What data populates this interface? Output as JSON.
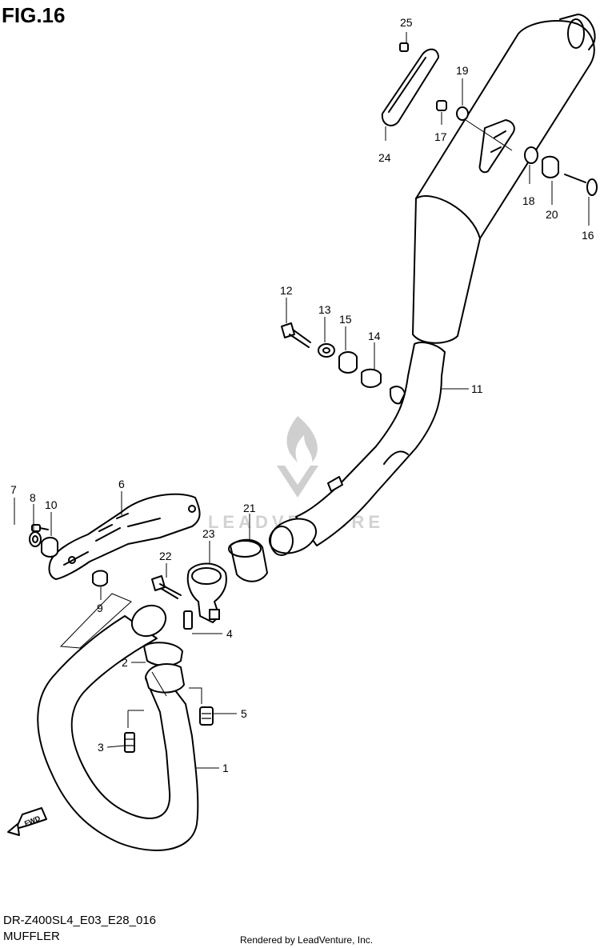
{
  "figure": {
    "title": "FIG.16",
    "model_code": "DR-Z400SL4_E03_E28_016",
    "section_name": "MUFFLER",
    "credit": "Rendered by LeadVenture, Inc.",
    "watermark_text": "LEADVENTURE"
  },
  "callouts": [
    {
      "id": "1",
      "label": "1"
    },
    {
      "id": "2",
      "label": "2"
    },
    {
      "id": "3",
      "label": "3"
    },
    {
      "id": "4",
      "label": "4"
    },
    {
      "id": "5",
      "label": "5"
    },
    {
      "id": "6",
      "label": "6"
    },
    {
      "id": "7",
      "label": "7"
    },
    {
      "id": "8",
      "label": "8"
    },
    {
      "id": "9",
      "label": "9"
    },
    {
      "id": "10",
      "label": "10"
    },
    {
      "id": "11",
      "label": "11"
    },
    {
      "id": "12",
      "label": "12"
    },
    {
      "id": "13",
      "label": "13"
    },
    {
      "id": "14",
      "label": "14"
    },
    {
      "id": "15",
      "label": "15"
    },
    {
      "id": "16",
      "label": "16"
    },
    {
      "id": "17",
      "label": "17"
    },
    {
      "id": "18",
      "label": "18"
    },
    {
      "id": "19",
      "label": "19"
    },
    {
      "id": "20",
      "label": "20"
    },
    {
      "id": "21",
      "label": "21"
    },
    {
      "id": "22",
      "label": "22"
    },
    {
      "id": "23",
      "label": "23"
    },
    {
      "id": "24",
      "label": "24"
    },
    {
      "id": "25",
      "label": "25"
    }
  ],
  "fwd_badge": "FWD"
}
